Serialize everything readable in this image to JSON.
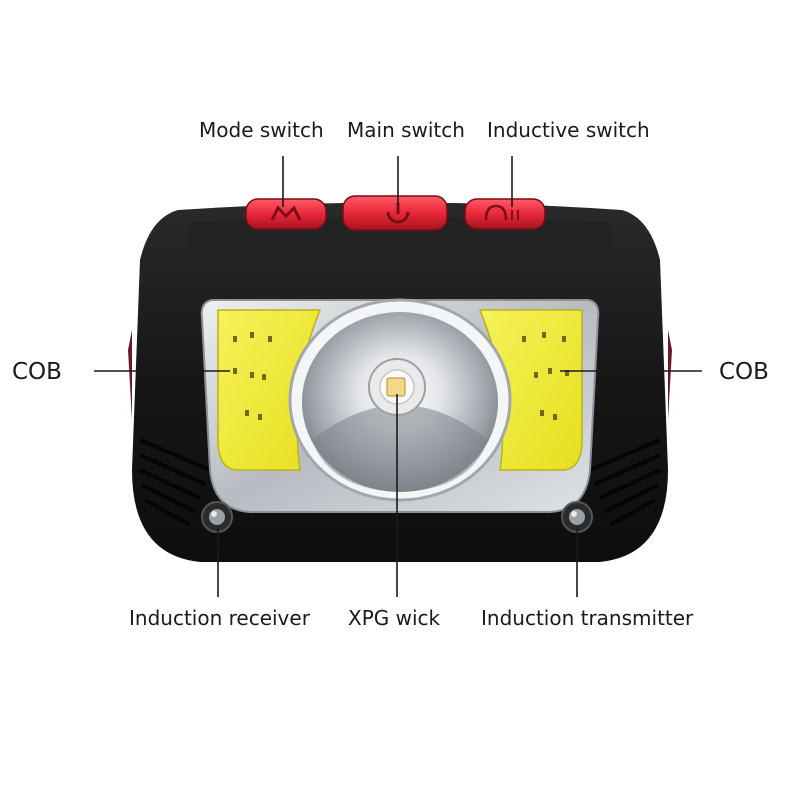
{
  "labels": {
    "mode_switch": "Mode switch",
    "main_switch": "Main switch",
    "inductive_switch": "Inductive switch",
    "cob_left": "COB",
    "cob_right": "COB",
    "induction_receiver": "Induction receiver",
    "xpg_wick": "XPG wick",
    "induction_transmitter": "Induction transmitter"
  },
  "colors": {
    "body": "#1b1b1c",
    "button_red": "#e8283a",
    "cob_yellow": "#f2ec3c",
    "bezel": "#cfd3d8",
    "leader_line": "#1a1a1a"
  }
}
